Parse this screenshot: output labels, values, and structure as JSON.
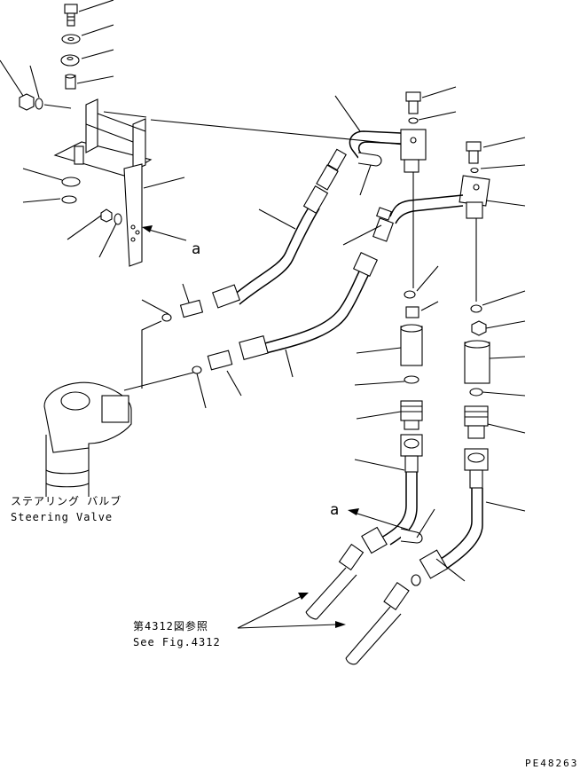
{
  "diagram": {
    "callout_a_top": "a",
    "callout_a_bottom": "a",
    "steering_valve_jp": "ステアリング バルブ",
    "steering_valve_en": "Steering Valve",
    "ref_jp": "第4312図参照",
    "ref_en": "See Fig.4312",
    "drawing_code": "PE48263"
  }
}
